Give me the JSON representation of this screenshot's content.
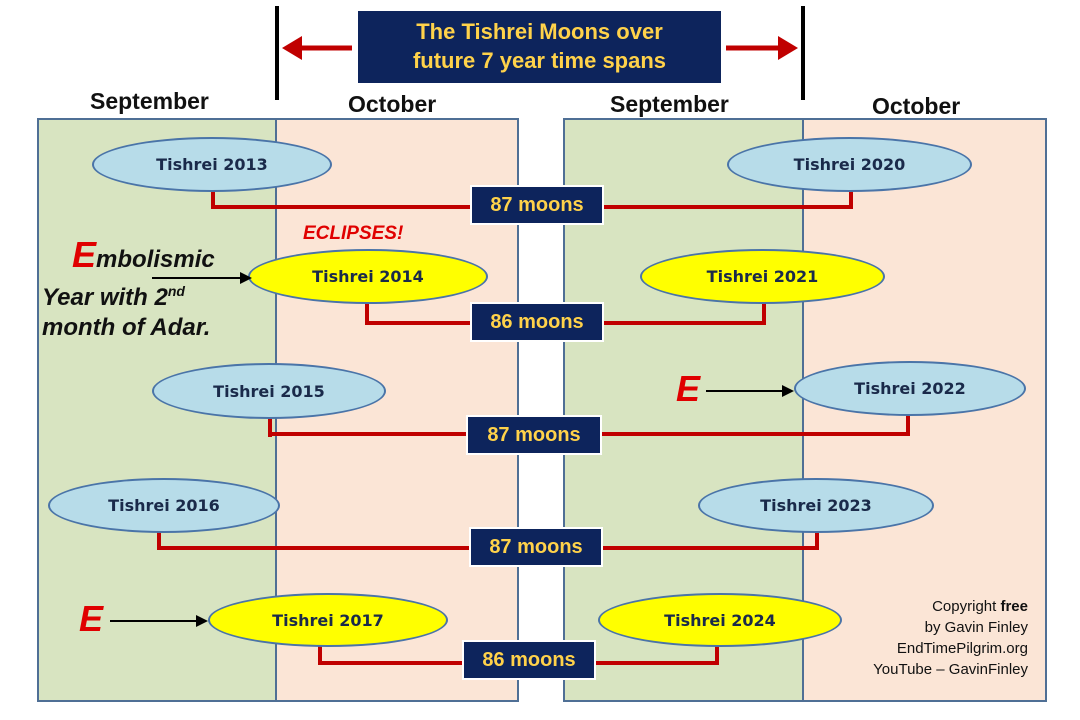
{
  "title": {
    "line1": "The Tishrei Moons over",
    "line2": "future 7 year time spans"
  },
  "months": {
    "left_september": "September",
    "left_october": "October",
    "right_september": "September",
    "right_october": "October"
  },
  "left_column": [
    {
      "label": "Tishrei  2013",
      "embolismic": false
    },
    {
      "label": "Tishrei  2014",
      "embolismic": true
    },
    {
      "label": "Tishrei  2015",
      "embolismic": false
    },
    {
      "label": "Tishrei  2016",
      "embolismic": false
    },
    {
      "label": "Tishrei  2017",
      "embolismic": true
    }
  ],
  "right_column": [
    {
      "label": "Tishrei  2020",
      "embolismic": false
    },
    {
      "label": "Tishrei  2021",
      "embolismic": true
    },
    {
      "label": "Tishrei  2022",
      "embolismic": false
    },
    {
      "label": "Tishrei  2023",
      "embolismic": false
    },
    {
      "label": "Tishrei  2024",
      "embolismic": true
    }
  ],
  "spans": [
    "87 moons",
    "86 moons",
    "87 moons",
    "87 moons",
    "86 moons"
  ],
  "annotations": {
    "eclipses": "ECLIPSES!",
    "embolismic_first_letter": "E",
    "embolismic_rest": "mbolismic",
    "year_with": "Year with 2",
    "superscript": "nd",
    "month_of_adar": "month of Adar.",
    "e_marker": "E"
  },
  "copyright": {
    "line1_prefix": "Copyright ",
    "line1_bold": "free",
    "line2": "by Gavin Finley",
    "line3": "EndTimePilgrim.org",
    "line4": "YouTube – GavinFinley"
  },
  "colors": {
    "title_bg": "#0d245c",
    "title_text": "#ffd24a",
    "september_bg": "#d8e4c1",
    "october_bg": "#fbe5d6",
    "blue_moon": "#b7dce9",
    "yellow_moon": "#ffff00",
    "connector": "#c00000",
    "accent_red": "#e00000"
  }
}
